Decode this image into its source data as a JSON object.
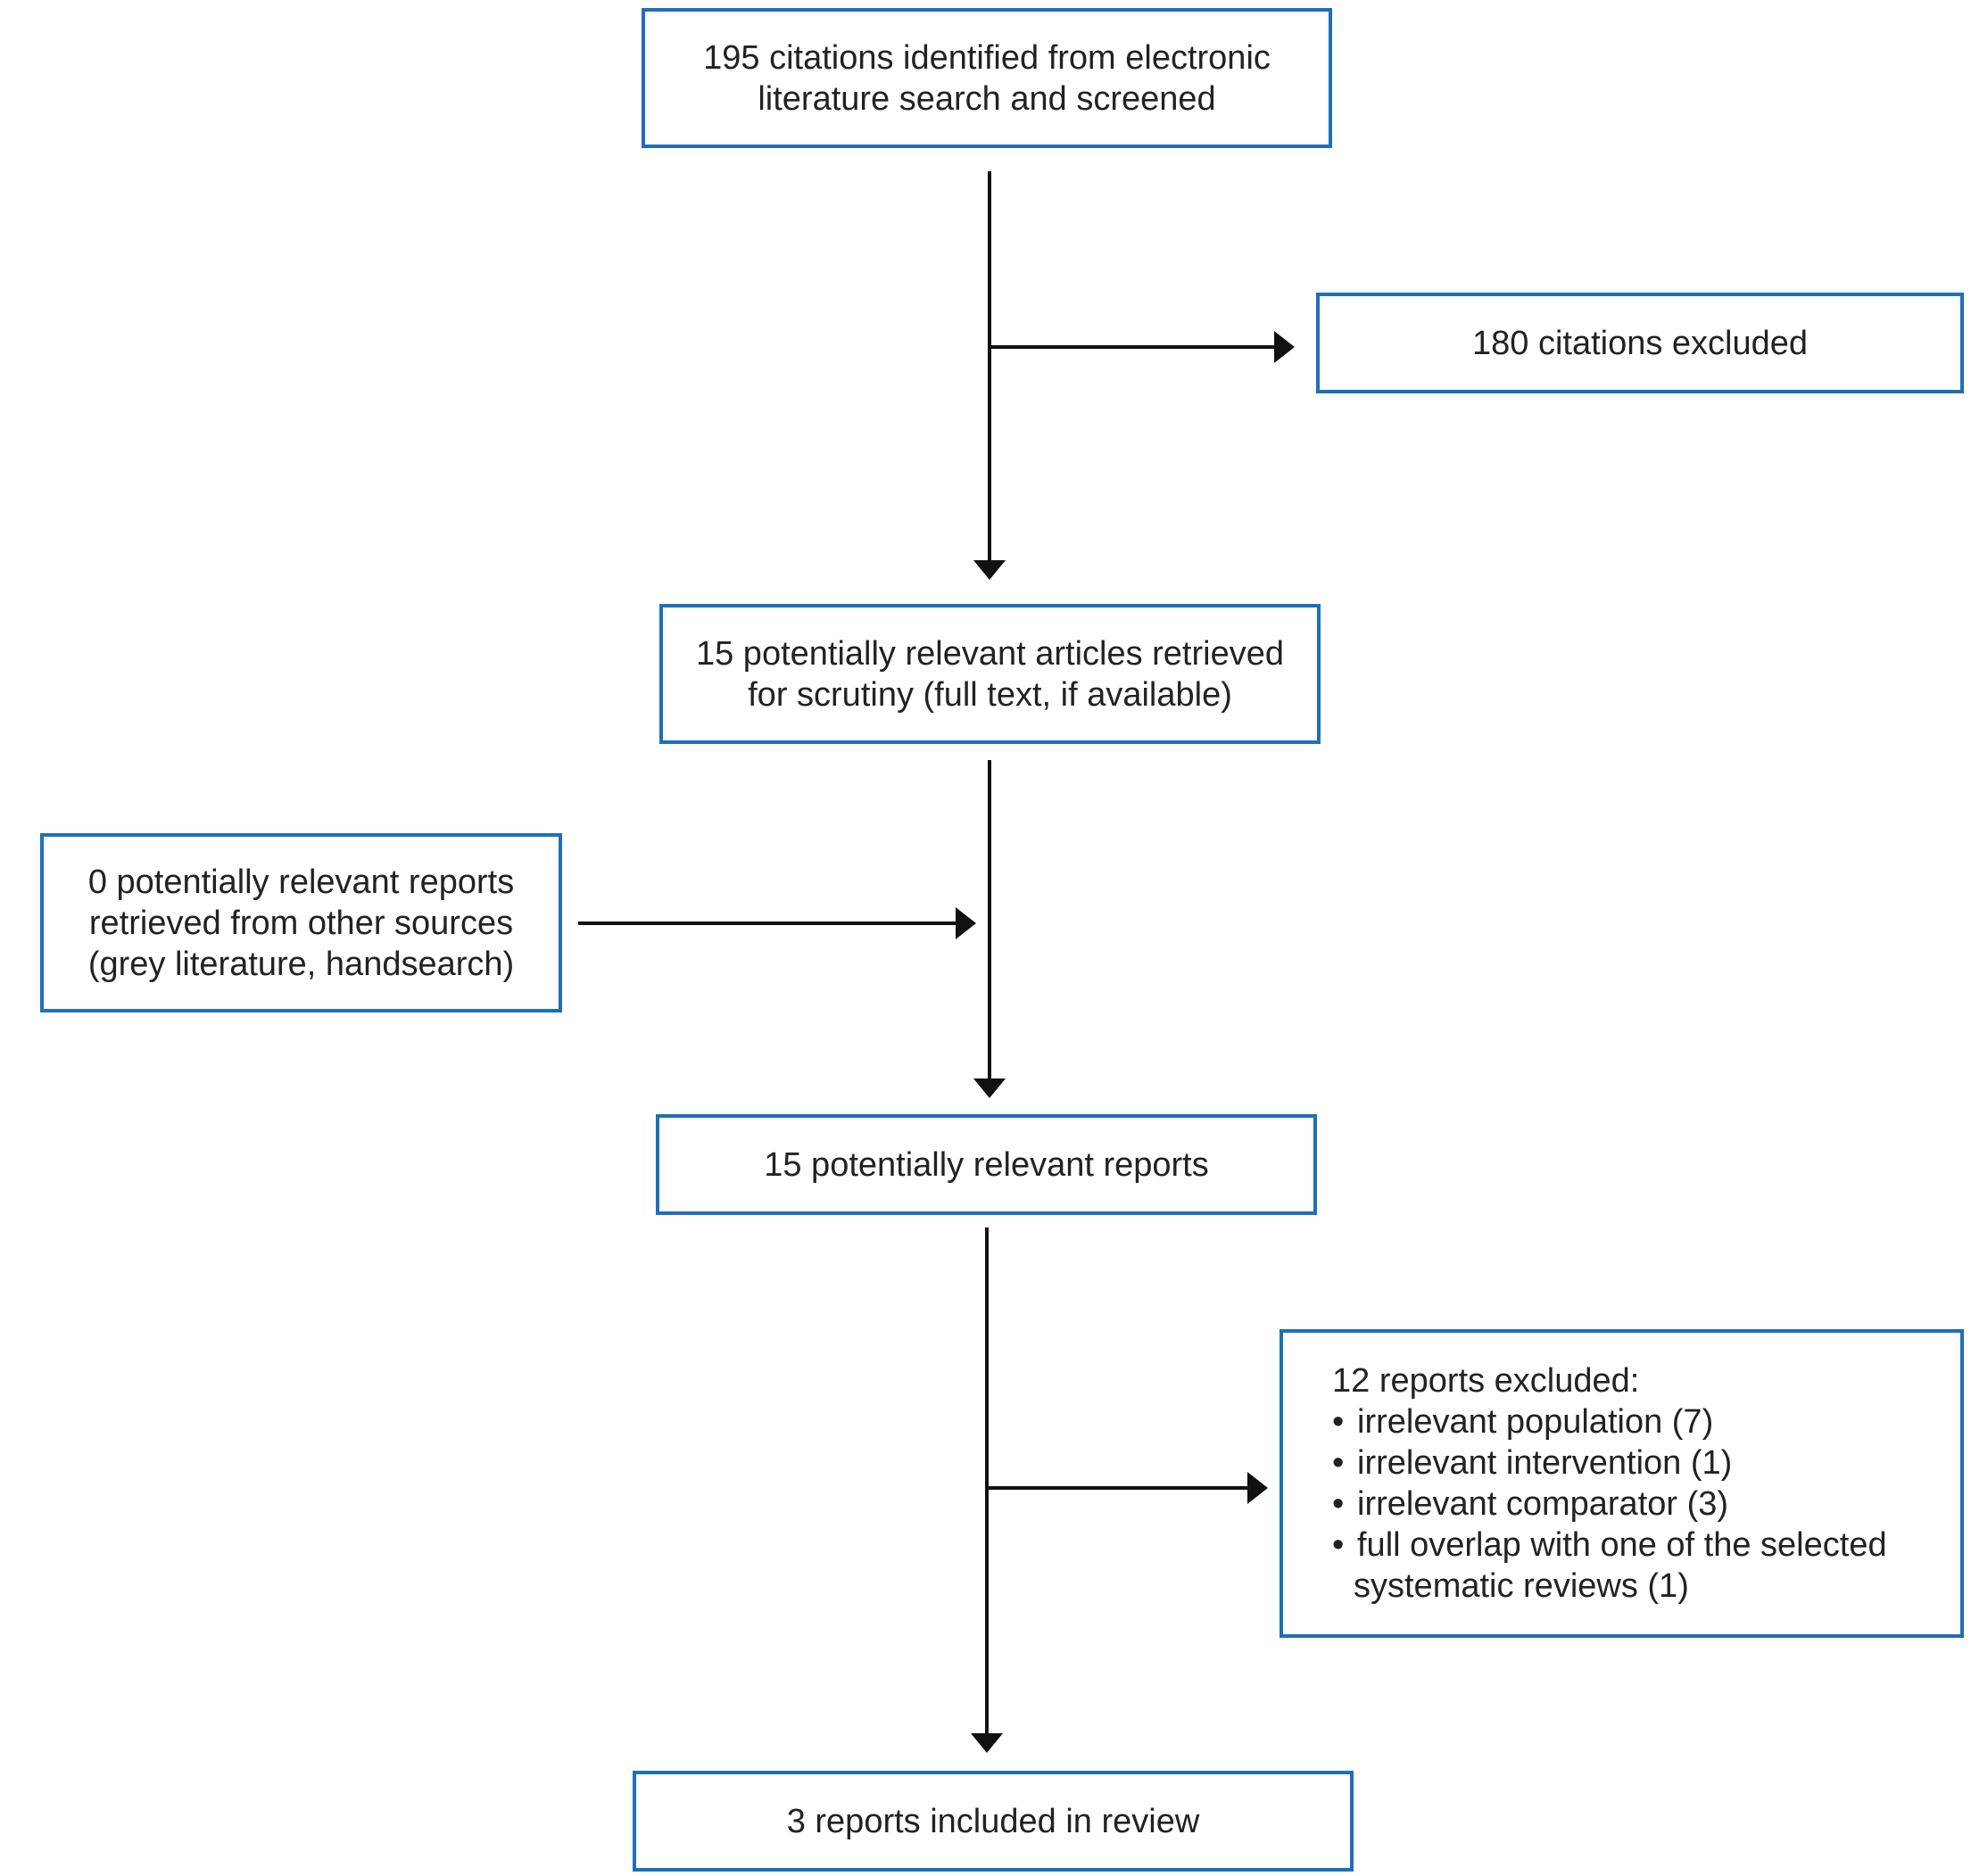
{
  "nodes": {
    "identified": {
      "lines": [
        "195 citations identified from electronic",
        "literature search and screened"
      ]
    },
    "excluded_citations": {
      "lines": [
        "180 citations excluded"
      ]
    },
    "retrieved": {
      "lines": [
        "15 potentially relevant articles retrieved",
        "for scrutiny (full text, if available)"
      ]
    },
    "other_sources": {
      "lines": [
        "0 potentially relevant reports",
        "retrieved from other sources",
        "(grey literature, handsearch)"
      ]
    },
    "relevant_reports": {
      "lines": [
        "15 potentially relevant reports"
      ]
    },
    "excluded_reports": {
      "heading": "12 reports excluded:",
      "items": [
        "irrelevant population (7)",
        "irrelevant intervention (1)",
        "irrelevant comparator (3)",
        "full overlap with one of the selected"
      ],
      "item_continuation": "systematic reviews (1)"
    },
    "included": {
      "lines": [
        "3 reports included in review"
      ]
    }
  },
  "colors": {
    "box_border": "#1f6fb8",
    "connector": "#111111",
    "text": "#222222"
  }
}
